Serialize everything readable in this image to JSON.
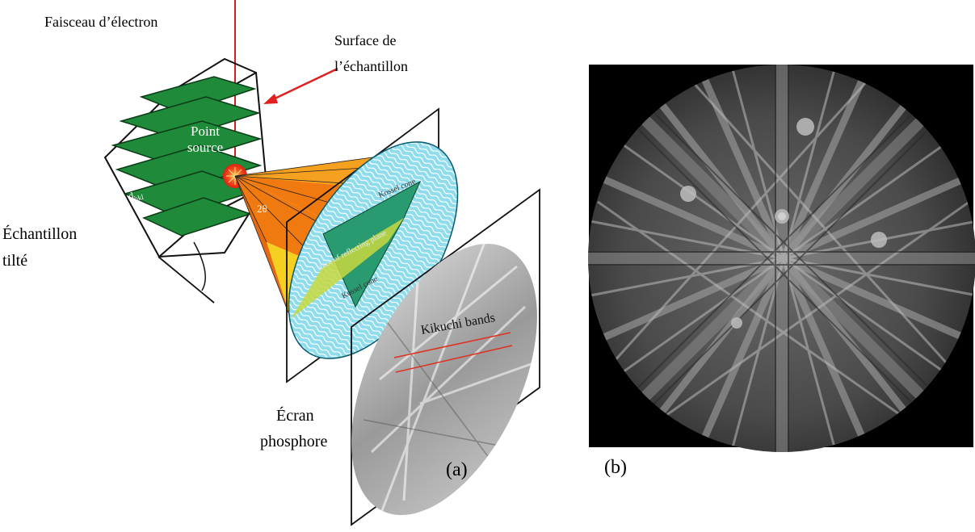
{
  "diagram": {
    "labels": {
      "electron_beam": "Faisceau d’électron",
      "sample_surface_line1": "Surface de",
      "sample_surface_line2": "l’échantillon",
      "tilted_sample_line1": "Échantillon",
      "tilted_sample_line2": "tilté",
      "phosphor_screen_line1": "Écran",
      "phosphor_screen_line2": "phosphore",
      "panel_a": "(a)",
      "panel_b": "(b)"
    },
    "inner_labels": {
      "point_source_line1": "Point",
      "point_source_line2": "source",
      "d_hkl": "d",
      "d_hkl_sub": "hkl",
      "two_theta": "2θ",
      "kossel_cone": "Kossel cone",
      "trace_plane": "trace of reflecting plane",
      "kossel_cone_2": "Kossel cone",
      "kikuchi_bands": "Kikuchi bands"
    },
    "colors": {
      "beam": "#d42020",
      "arrow": "#e02020",
      "crystal_green": "#1f8a3a",
      "cone_orange": "#f07a10",
      "cone_yellow": "#f5d020",
      "ellipse_cyan": "#7fd6e6",
      "kikuchi_red": "#e03020",
      "pattern_bg": "#000000"
    }
  }
}
